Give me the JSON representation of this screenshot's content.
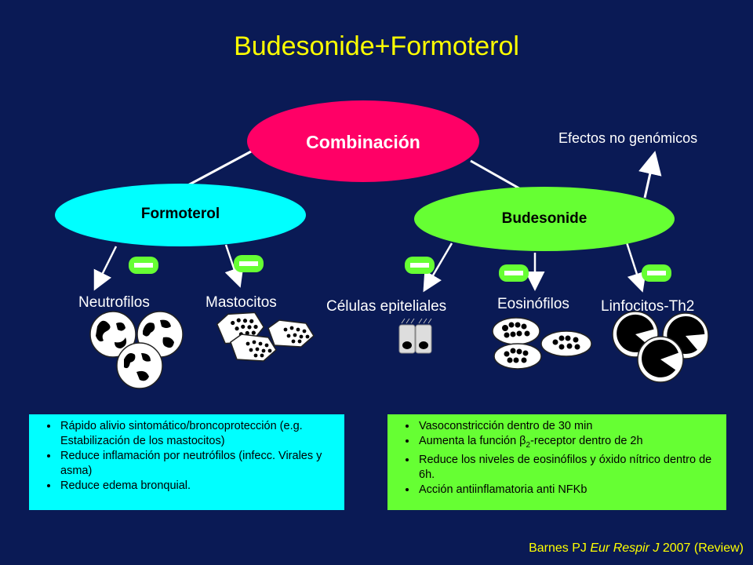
{
  "title": "Budesonide+Formoterol",
  "nodes": {
    "combinacion": "Combinación",
    "formoterol": "Formoterol",
    "budesonide": "Budesonide",
    "efectos": "Efectos no genómicos"
  },
  "cells": {
    "neutrofilos": "Neutrofilos",
    "mastocitos": "Mastocitos",
    "epiteliales": "Células epiteliales",
    "eosinofilos": "Eosinófilos",
    "linfocitos": "Linfocitos-Th2"
  },
  "formoterol_box": [
    "Rápido alivio sintomático/broncoprotección (e.g. Estabilización de los mastocitos)",
    "Reduce inflamación por neutrófilos (infecc. Virales y asma)",
    "Reduce edema bronquial."
  ],
  "budesonide_box": {
    "item1": "Vasoconstricción dentro de 30 min",
    "item2_pre": "Aumenta la función ",
    "item2_beta": "β",
    "item2_sub": "2",
    "item2_post": "-receptor dentro de 2h",
    "item3": "Reduce los niveles de eosinófilos y óxido nítrico dentro de 6h.",
    "item4": "Acción antiinflamatoria anti NFKb"
  },
  "citation": {
    "author": "Barnes PJ ",
    "journal": "Eur Respir J",
    "rest": " 2007 (Review)"
  },
  "colors": {
    "background": "#0a1a55",
    "title": "#ffff00",
    "combinacion": "#ff0066",
    "formoterol": "#00ffff",
    "budesonide": "#66ff33",
    "minus_sign": "#66ff33"
  }
}
